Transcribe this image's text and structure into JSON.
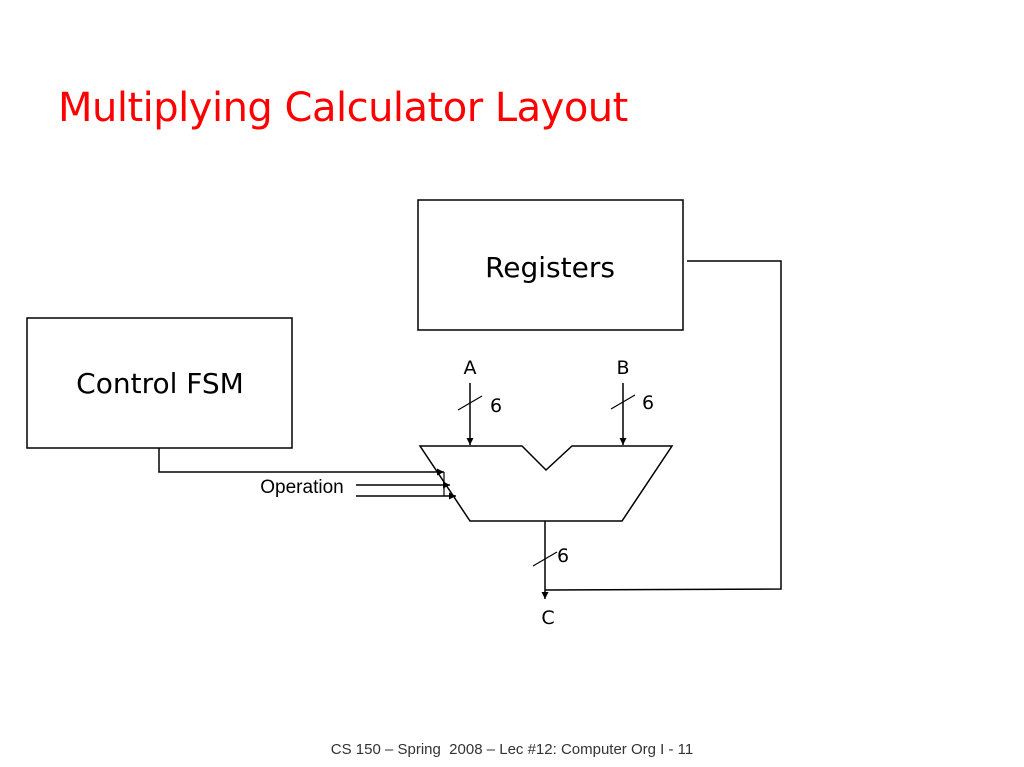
{
  "slide": {
    "title": "Multiplying Calculator Layout",
    "footer": "CS 150 – Spring  2008 – Lec #12: Computer Org I - 11"
  },
  "diagram": {
    "registers_label": "Registers",
    "control_fsm_label": "Control FSM",
    "operation_label": "Operation",
    "input_a_label": "A",
    "input_b_label": "B",
    "output_c_label": "C",
    "bus_width_a": "6",
    "bus_width_b": "6",
    "bus_width_c": "6"
  },
  "colors": {
    "title": "#ff0000",
    "lines": "#000000"
  }
}
